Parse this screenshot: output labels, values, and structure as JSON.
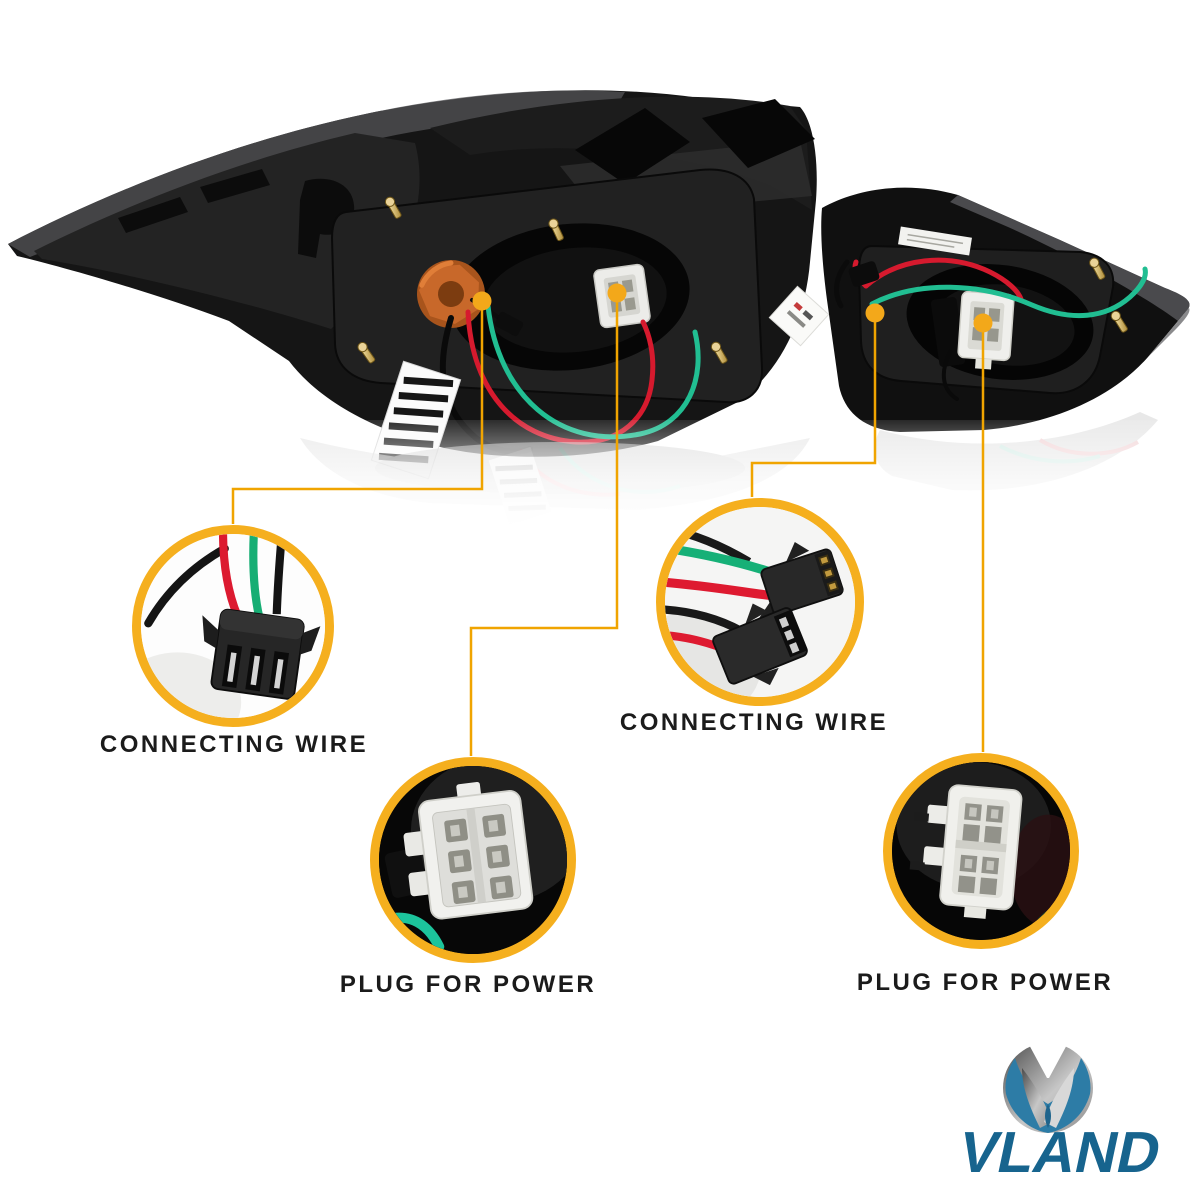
{
  "photo": {
    "subject": "Two LED tail light assemblies viewed from the back showing wiring harnesses, bulb socket and power plugs",
    "background": "#ffffff"
  },
  "callouts": [
    {
      "id": "connecting-wire-left",
      "label": "CONNECTING WIRE"
    },
    {
      "id": "plug-for-power-left",
      "label": "PLUG FOR POWER"
    },
    {
      "id": "connecting-wire-right",
      "label": "CONNECTING WIRE"
    },
    {
      "id": "plug-for-power-right",
      "label": "PLUG FOR POWER"
    }
  ],
  "brand": {
    "name": "VLAND",
    "emblem": "vland-claw-sphere-emblem",
    "color": "#17648E"
  },
  "colors": {
    "callout_line": "#F0A400",
    "callout_dot": "#F3A81A",
    "circle_border": "#F5AF1E",
    "wire_red": "#D61A2E",
    "wire_green": "#17AE74",
    "wire_teal": "#21BE92",
    "socket_orange": "#C8682A",
    "label_text": "#1B1B1B"
  }
}
